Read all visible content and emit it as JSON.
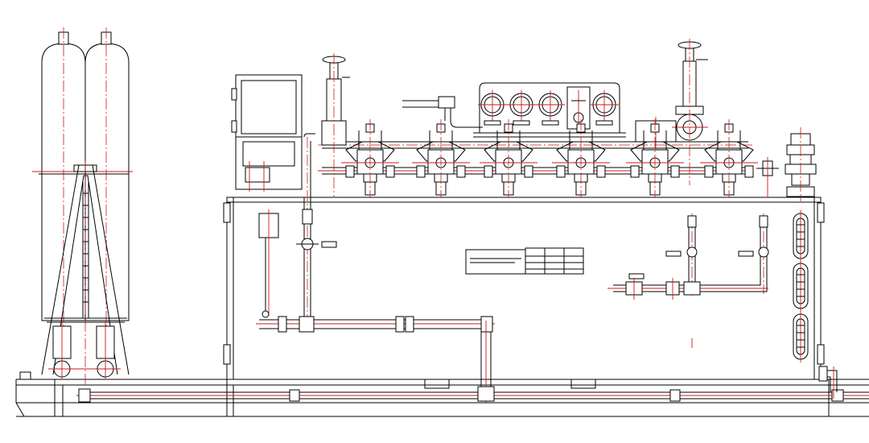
{
  "drawing": {
    "line_color": "#000000",
    "centerline_color": "#d01818",
    "background": "#ffffff"
  },
  "parts": {
    "accumulators": 2,
    "gauges": 5,
    "control_valves": 6,
    "sight_glasses": 3
  }
}
